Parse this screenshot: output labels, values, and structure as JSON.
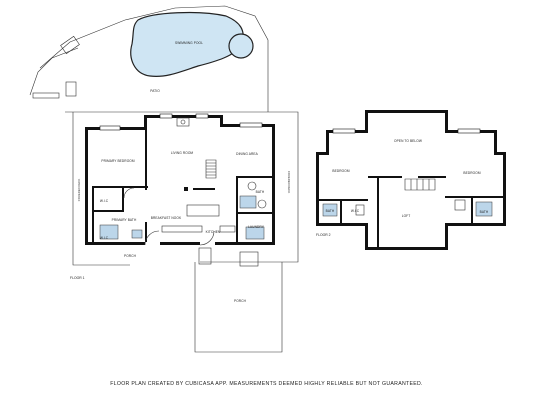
{
  "labels": {
    "swimming_pool": "SWIMMING POOL",
    "patio": "PATIO",
    "primary_bedroom": "PRIMARY BEDROOM",
    "living_room": "LIVING ROOM",
    "dining_area": "DINING AREA",
    "wic_1": "W.I.C",
    "wic_2": "W.I.C",
    "primary_bath": "PRIMARY BATH",
    "breakfast_nook": "BREAKFAST NOOK",
    "bath_1": "BATH",
    "laundry": "LAUNDRY",
    "kitchen": "KITCHEN",
    "porch_1": "PORCH",
    "porch_2": "PORCH",
    "covered_deck_left": "COVERED DECK",
    "covered_deck_right": "COVERED DECK",
    "floor_1": "FLOOR 1",
    "open_to_below": "OPEN TO BELOW",
    "bedroom_1": "BEDROOM",
    "bedroom_2": "BEDROOM",
    "loft": "LOFT",
    "bath_2": "BATH",
    "wic_3": "W.I.C",
    "bath_3": "BATH",
    "floor_2": "FLOOR 2"
  },
  "footer": "FLOOR PLAN CREATED BY CUBICASA APP. MEASUREMENTS DEEMED HIGHLY RELIABLE BUT NOT GUARANTEED.",
  "colors": {
    "pool_fill": "#cfe5f3",
    "pool_stroke": "#222222",
    "wall": "#111111",
    "water_room": "#bcd6ea"
  }
}
